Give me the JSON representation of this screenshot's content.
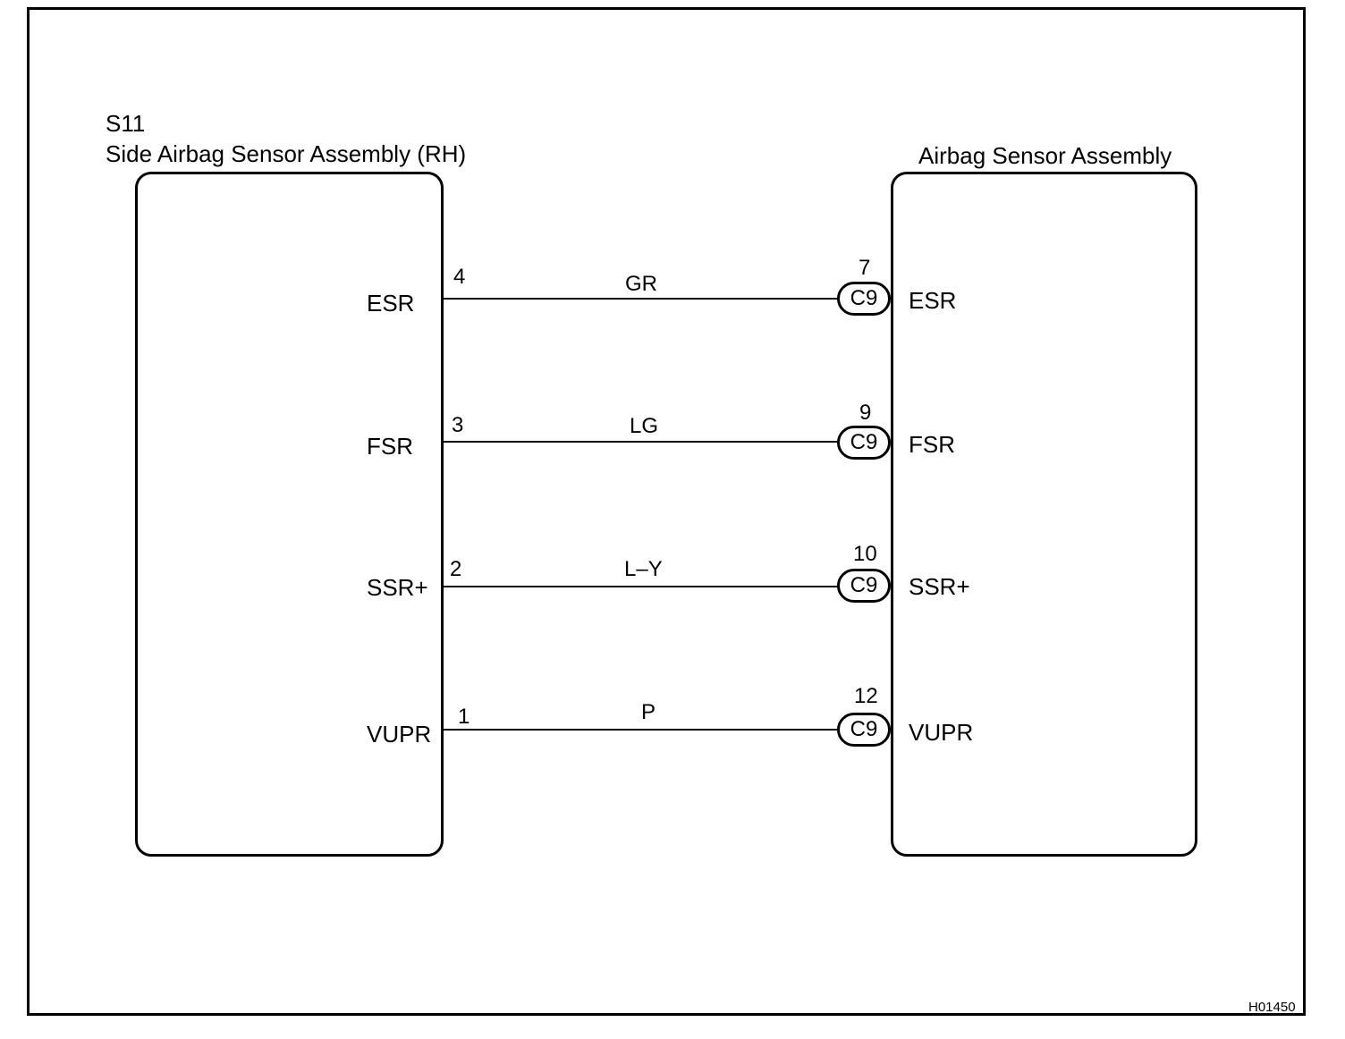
{
  "left_component": {
    "code": "S11",
    "name": "Side Airbag Sensor Assembly (RH)"
  },
  "right_component": {
    "name": "Airbag Sensor Assembly"
  },
  "connector_code": "C9",
  "wires": [
    {
      "left_pin": "4",
      "left_label": "ESR",
      "color": "GR",
      "right_pin": "7",
      "connector": "C9",
      "right_label": "ESR"
    },
    {
      "left_pin": "3",
      "left_label": "FSR",
      "color": "LG",
      "right_pin": "9",
      "connector": "C9",
      "right_label": "FSR"
    },
    {
      "left_pin": "2",
      "left_label": "SSR+",
      "color": "L–Y",
      "right_pin": "10",
      "connector": "C9",
      "right_label": "SSR+"
    },
    {
      "left_pin": "1",
      "left_label": "VUPR",
      "color": "P",
      "right_pin": "12",
      "connector": "C9",
      "right_label": "VUPR"
    }
  ],
  "figure_id": "H01450"
}
